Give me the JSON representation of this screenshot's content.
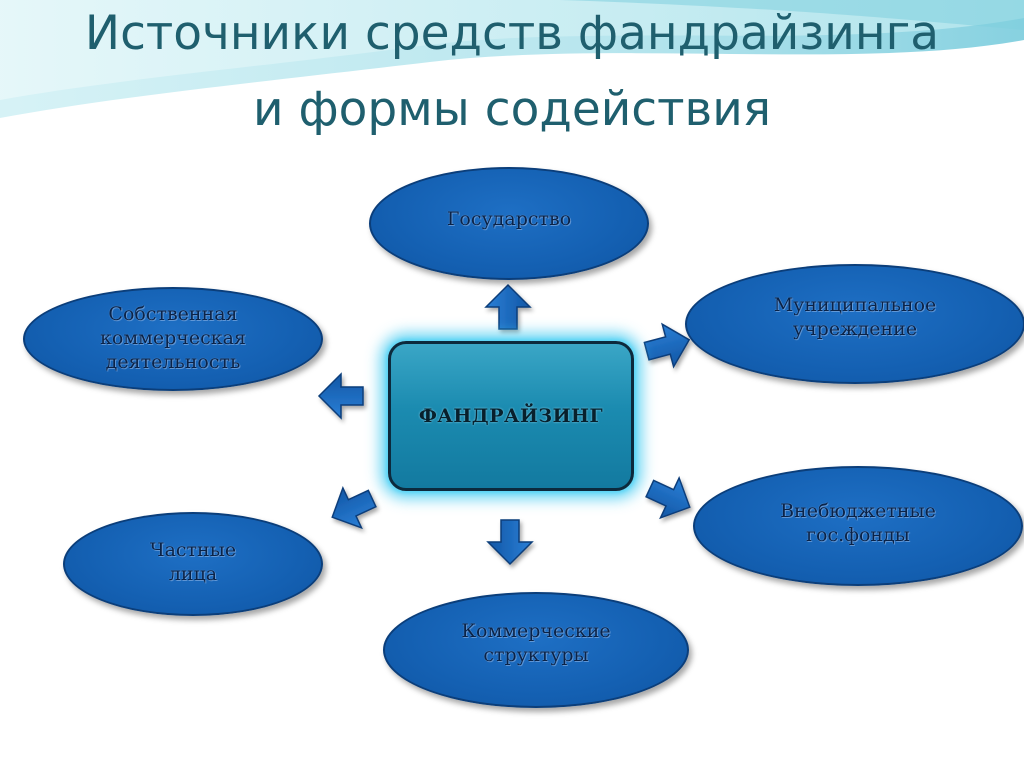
{
  "title": {
    "line1": "Источники средств фандрайзинга",
    "line2": "и формы содействия"
  },
  "center": {
    "label": "ФАНДРАЙЗИНГ"
  },
  "nodes": {
    "state": "Государство",
    "municipal": "Муниципальное\nучреждение",
    "offbudget": "Внебюджетные\nгос.фонды",
    "commercial": "Коммерческие\nструктуры",
    "private": "Частные\nлица",
    "own": "Собственная\nкоммерческая\nдеятельность"
  },
  "colors": {
    "title": "#1f5f6e",
    "node_fill": "#1460b2",
    "arrow_fill": "#1565c0",
    "center_fill": "#1b8bb0",
    "glow": "#3cc8f0"
  }
}
